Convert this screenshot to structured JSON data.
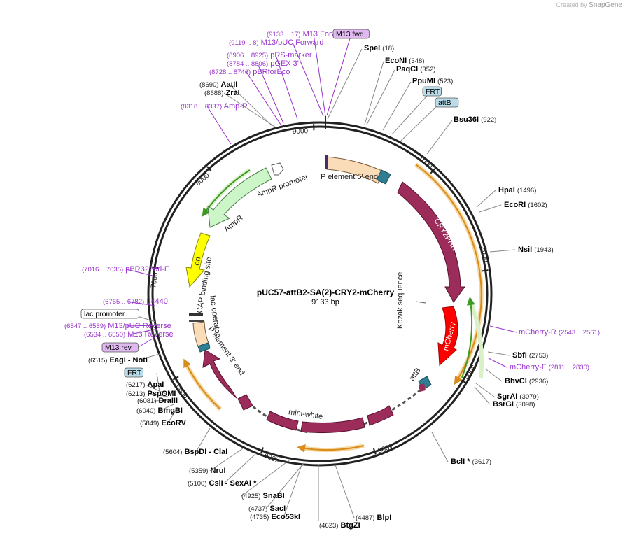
{
  "credit": {
    "prefix": "Created by",
    "brand": "SnapGene"
  },
  "plasmid": {
    "name": "pUC57-attB2-SA(2)-CRY2-mCherry",
    "length_label": "9133 bp",
    "length": 9133
  },
  "ticks": [
    "1000",
    "2000",
    "3000",
    "4000",
    "5000",
    "6000",
    "7000",
    "8000",
    "9000"
  ],
  "colors": {
    "enzyme": "#000000",
    "primer": "#9933cc",
    "feature_pink": "#9c2c5a",
    "feature_red": "#ff0000",
    "peach": "#fbdcb8",
    "green": "#ccf5c8",
    "yellow": "#ffff00",
    "teal": "#2e7f94",
    "orange_arrow": "#d98c1a",
    "green_arrow": "#3d9b23"
  },
  "features": [
    {
      "label": "P element 5' end",
      "color": "peach"
    },
    {
      "label": "CRY2PHR",
      "color": "feature_pink"
    },
    {
      "label": "Kozak sequence",
      "color": "none"
    },
    {
      "label": "mCherry",
      "color": "feature_red"
    },
    {
      "label": "attB",
      "color": "teal"
    },
    {
      "label": "mini-white",
      "color": "feature_pink"
    },
    {
      "label": "P element 3' end",
      "color": "peach"
    },
    {
      "label": "lac operator",
      "color": "none"
    },
    {
      "label": "CAP binding site",
      "color": "none"
    },
    {
      "label": "ori",
      "color": "yellow"
    },
    {
      "label": "AmpR",
      "color": "green"
    },
    {
      "label": "AmpR promoter",
      "color": "green"
    }
  ],
  "sites": [
    {
      "kind": "enzyme",
      "name": "SpeI",
      "pos": "(18)"
    },
    {
      "kind": "enzyme",
      "name": "EcoNI",
      "pos": "(348)"
    },
    {
      "kind": "enzyme",
      "name": "PaqCI",
      "pos": "(352)"
    },
    {
      "kind": "enzyme",
      "name": "PpuMI",
      "pos": "(523)"
    },
    {
      "kind": "boxed",
      "name": "FRT"
    },
    {
      "kind": "boxed",
      "name": "attB"
    },
    {
      "kind": "enzyme",
      "name": "Bsu36I",
      "pos": "(922)"
    },
    {
      "kind": "enzyme",
      "name": "HpaI",
      "pos": "(1496)"
    },
    {
      "kind": "enzyme",
      "name": "EcoRI",
      "pos": "(1602)"
    },
    {
      "kind": "enzyme",
      "name": "NsiI",
      "pos": "(1943)"
    },
    {
      "kind": "primer",
      "name": "mCherry-R",
      "pos": "(2543 .. 2561)"
    },
    {
      "kind": "enzyme",
      "name": "SbfI",
      "pos": "(2753)"
    },
    {
      "kind": "primer",
      "name": "mCherry-F",
      "pos": "(2811 .. 2830)"
    },
    {
      "kind": "enzyme",
      "name": "BbvCI",
      "pos": "(2936)"
    },
    {
      "kind": "enzyme",
      "name": "SgrAI",
      "pos": "(3079)"
    },
    {
      "kind": "enzyme",
      "name": "BsrGI",
      "pos": "(3098)"
    },
    {
      "kind": "enzyme",
      "name": "BclI *",
      "pos": "(3617)"
    },
    {
      "kind": "enzyme",
      "name": "BlpI",
      "pos": "(4487)"
    },
    {
      "kind": "enzyme",
      "name": "BtgZI",
      "pos": "(4623)"
    },
    {
      "kind": "enzyme",
      "name": "Eco53kI",
      "pos": "(4735)"
    },
    {
      "kind": "enzyme",
      "name": "SacI",
      "pos": "(4737)"
    },
    {
      "kind": "enzyme",
      "name": "SnaBI",
      "pos": "(4925)"
    },
    {
      "kind": "enzyme",
      "name": "CsiI",
      "extra": "- SexAI *",
      "pos": "(5100)"
    },
    {
      "kind": "enzyme",
      "name": "NruI",
      "pos": "(5359)"
    },
    {
      "kind": "enzyme",
      "name": "BspDI",
      "extra": "- ClaI",
      "pos": "(5604)"
    },
    {
      "kind": "enzyme",
      "name": "EcoRV",
      "pos": "(5849)"
    },
    {
      "kind": "enzyme",
      "name": "BmgBI",
      "pos": "(6040)"
    },
    {
      "kind": "enzyme",
      "name": "DraIII",
      "pos": "(6081)"
    },
    {
      "kind": "enzyme",
      "name": "PspOMI",
      "pos": "(6213)"
    },
    {
      "kind": "enzyme",
      "name": "ApaI",
      "pos": "(6217)"
    },
    {
      "kind": "boxed",
      "name": "FRT"
    },
    {
      "kind": "enzyme",
      "name": "EagI",
      "extra": "- NotI",
      "pos": "(6515)"
    },
    {
      "kind": "boxed_primer",
      "name": "M13 rev"
    },
    {
      "kind": "primer",
      "name": "M13 Reverse",
      "pos": "(6534 .. 6550)"
    },
    {
      "kind": "primer",
      "name": "M13/pUC Reverse",
      "pos": "(6547 .. 6569)"
    },
    {
      "kind": "boxed_feature",
      "name": "lac promoter"
    },
    {
      "kind": "primer",
      "name": "L4440",
      "pos": "(6765 .. 6782)"
    },
    {
      "kind": "primer",
      "name": "pBR322ori-F",
      "pos": "(7016 .. 7035)"
    },
    {
      "kind": "primer",
      "name": "Amp-R",
      "pos": "(8318 .. 8337)"
    },
    {
      "kind": "enzyme",
      "name": "ZraI",
      "pos": "(8688)"
    },
    {
      "kind": "enzyme",
      "name": "AatII",
      "pos": "(8690)"
    },
    {
      "kind": "primer",
      "name": "pBRforEco",
      "pos": "(8728 .. 8746)"
    },
    {
      "kind": "primer",
      "name": "pGEX 3'",
      "pos": "(8784 .. 8806)"
    },
    {
      "kind": "primer",
      "name": "pRS-marker",
      "pos": "(8906 .. 8925)"
    },
    {
      "kind": "primer",
      "name": "M13/pUC Forward",
      "pos": "(9119 .. 8)"
    },
    {
      "kind": "primer",
      "name": "M13 Forward",
      "pos": "(9133 .. 17)"
    },
    {
      "kind": "boxed_primer",
      "name": "M13 fwd"
    }
  ]
}
